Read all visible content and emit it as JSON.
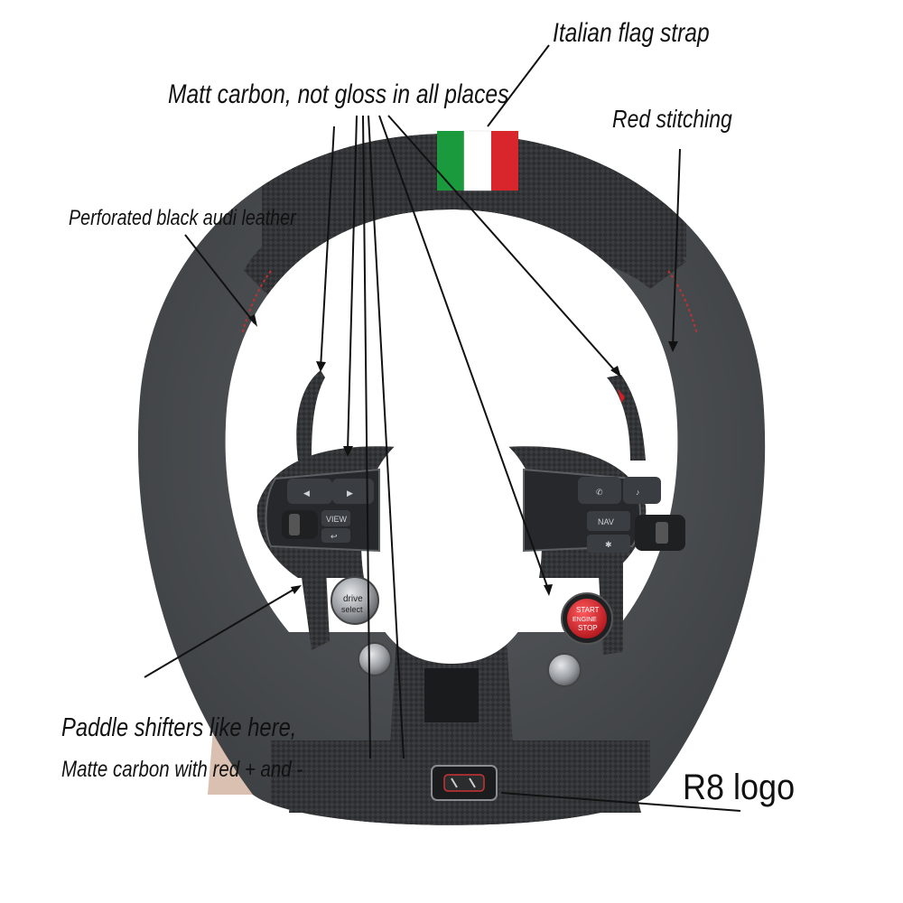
{
  "annotations": {
    "matt_carbon": "Matt carbon, not gloss in all places",
    "italian_flag": "Italian flag strap",
    "red_stitching": "Red stitching",
    "leather": "Perforated black audi leather",
    "paddle_line1": "Paddle shifters like here,",
    "paddle_line2": "Matte carbon with red + and -",
    "r8_logo": "R8 logo"
  },
  "buttons": {
    "view": "VIEW",
    "nav": "NAV",
    "drive": "drive",
    "select": "select",
    "start": "START",
    "engine": "ENGINE",
    "stop": "STOP"
  },
  "colors": {
    "flag_green": "#1a9a3c",
    "flag_white": "#ffffff",
    "flag_red": "#d8262c",
    "leather": "#4b4e52",
    "carbon": "#2a2b2d",
    "start_button": "#d21e23"
  }
}
